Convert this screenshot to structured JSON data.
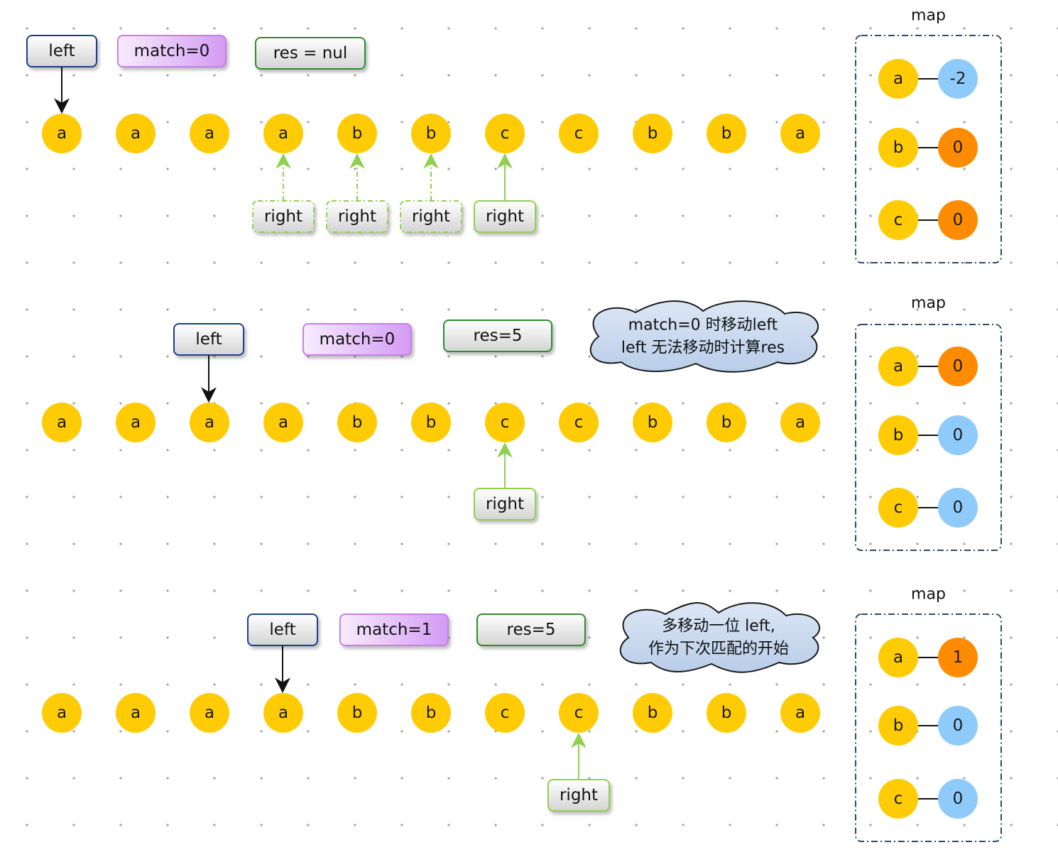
{
  "colors": {
    "node_fill": "#FFCB05",
    "value_positive": "#FF8C00",
    "value_zero": "#FF8C00",
    "value_light": "#8FCBFA",
    "left_border": "#1F3F8C",
    "match_border": "#C77FE8",
    "res_border": "#2E8B2E",
    "right_border": "#8FD14F",
    "map_border": "#2B4A66",
    "cloud_fill": "#C7D8EE"
  },
  "panels": [
    {
      "sequence": [
        "a",
        "a",
        "a",
        "a",
        "b",
        "b",
        "c",
        "c",
        "b",
        "b",
        "a"
      ],
      "left_label": "left",
      "match_label": "match=0",
      "res_label": "res = nul",
      "right_label": "right",
      "right_ghost_labels": [
        "right",
        "right",
        "right"
      ],
      "cloud_lines": [],
      "map_title": "map",
      "map": [
        {
          "key": "a",
          "value": "-2",
          "tone": "light"
        },
        {
          "key": "b",
          "value": "0",
          "tone": "orange"
        },
        {
          "key": "c",
          "value": "0",
          "tone": "orange"
        }
      ]
    },
    {
      "sequence": [
        "a",
        "a",
        "a",
        "a",
        "b",
        "b",
        "c",
        "c",
        "b",
        "b",
        "a"
      ],
      "left_label": "left",
      "match_label": "match=0",
      "res_label": "res=5",
      "right_label": "right",
      "right_ghost_labels": [],
      "cloud_lines": [
        "match=0 时移动left",
        "left 无法移动时计算res"
      ],
      "map_title": "map",
      "map": [
        {
          "key": "a",
          "value": "0",
          "tone": "orange"
        },
        {
          "key": "b",
          "value": "0",
          "tone": "light"
        },
        {
          "key": "c",
          "value": "0",
          "tone": "light"
        }
      ]
    },
    {
      "sequence": [
        "a",
        "a",
        "a",
        "a",
        "b",
        "b",
        "c",
        "c",
        "b",
        "b",
        "a"
      ],
      "left_label": "left",
      "match_label": "match=1",
      "res_label": "res=5",
      "right_label": "right",
      "right_ghost_labels": [],
      "cloud_lines": [
        "多移动一位 left,",
        "作为下次匹配的开始"
      ],
      "map_title": "map",
      "map": [
        {
          "key": "a",
          "value": "1",
          "tone": "orange"
        },
        {
          "key": "b",
          "value": "0",
          "tone": "light"
        },
        {
          "key": "c",
          "value": "0",
          "tone": "light"
        }
      ]
    }
  ]
}
